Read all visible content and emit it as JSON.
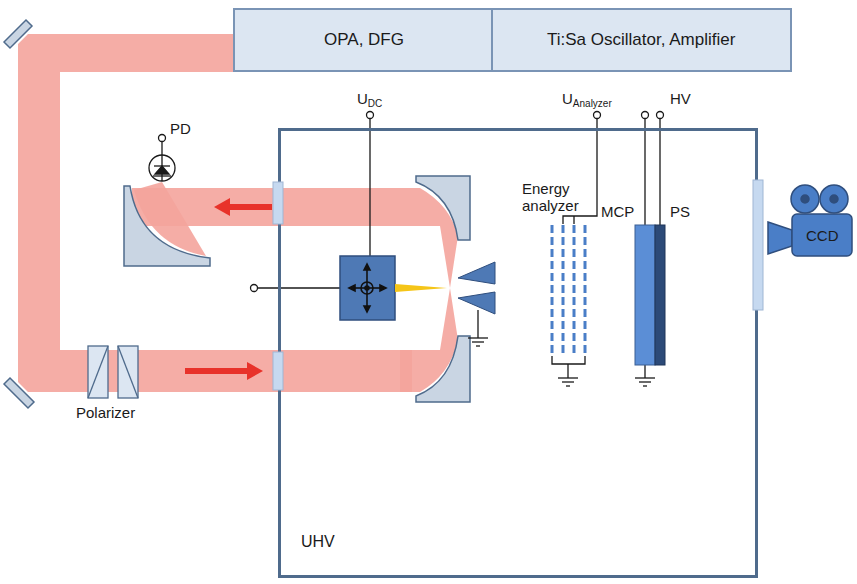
{
  "diagram": {
    "nodes": [
      {
        "text": [
          "OPA, DFG"
        ]
      },
      {
        "text": [
          "Ti:Sa Oscillator, Amplifier"
        ]
      },
      {
        "text": [
          "UHV"
        ]
      }
    ],
    "labels": [
      "PD",
      "UDC",
      "UAnalyzer",
      "HV",
      "Energy analyzer",
      "MCP",
      "PS",
      "CCD",
      "Polarizer"
    ]
  }
}
